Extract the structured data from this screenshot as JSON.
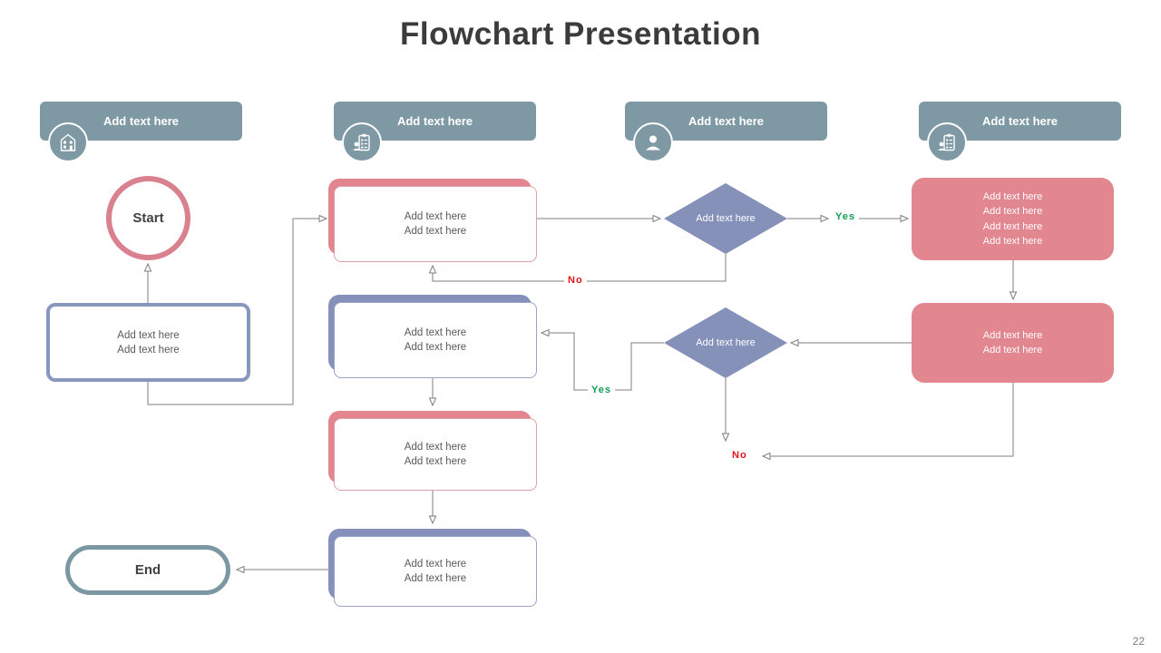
{
  "title": "Flowchart Presentation",
  "page_number": "22",
  "headers": [
    {
      "label": "Add text here",
      "icon": "building-icon"
    },
    {
      "label": "Add text here",
      "icon": "person-clipboard-icon"
    },
    {
      "label": "Add text here",
      "icon": "person-icon"
    },
    {
      "label": "Add text here",
      "icon": "person-clipboard-icon"
    }
  ],
  "nodes": {
    "start": {
      "label": "Start"
    },
    "end": {
      "label": "End"
    },
    "col1_process": {
      "lines": [
        "Add text here",
        "Add text here"
      ]
    },
    "col2_box1": {
      "lines": [
        "Add text here",
        "Add text here"
      ]
    },
    "col2_box2": {
      "lines": [
        "Add text here",
        "Add text here"
      ]
    },
    "col2_box3": {
      "lines": [
        "Add text here",
        "Add text here"
      ]
    },
    "col2_box4": {
      "lines": [
        "Add text here",
        "Add text here"
      ]
    },
    "diamond1": {
      "label": "Add text here"
    },
    "diamond2": {
      "label": "Add text here"
    },
    "pink_box1": {
      "lines": [
        "Add text here",
        "Add text here",
        "Add text here",
        "Add text here"
      ]
    },
    "pink_box2": {
      "lines": [
        "Add text here",
        "Add text here"
      ]
    }
  },
  "branch_labels": {
    "yes1": "Yes",
    "no1": "No",
    "yes2": "Yes",
    "no2": "No"
  },
  "colors": {
    "header_bar": "#7e99a3",
    "pink_accent": "#e2868f",
    "blue_accent": "#8591bb",
    "diamond_fill": "#8691ba",
    "start_border": "#d9818e",
    "process_border": "#8897bd",
    "end_border": "#7b98a2",
    "connector": "#7f7f7f",
    "yes_green": "#0e9e51",
    "no_red": "#e01414",
    "title_text": "#3b3b3b",
    "body_text": "#595959"
  }
}
